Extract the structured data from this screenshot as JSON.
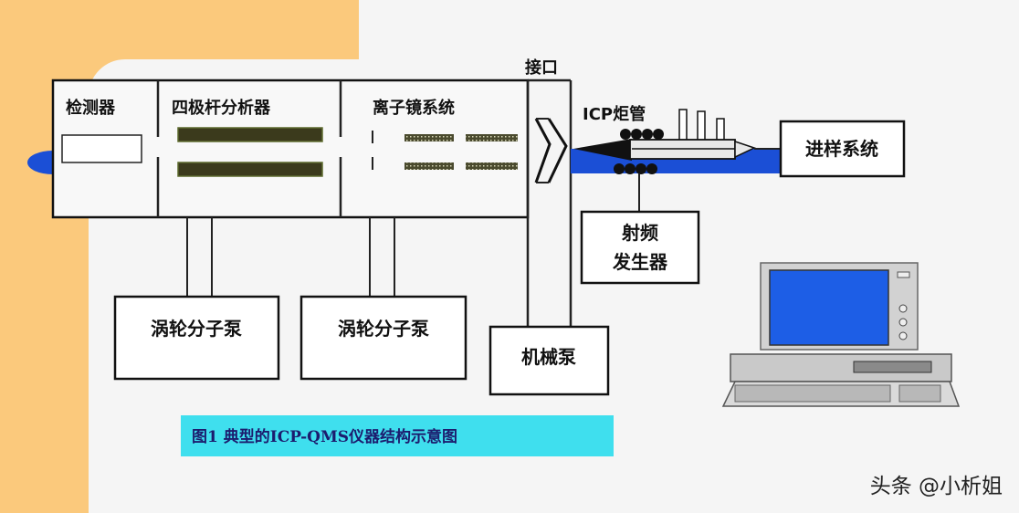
{
  "labels": {
    "detector": "检测器",
    "quadrupole": "四极杆分析器",
    "ion_lens": "离子镜系统",
    "interface": "接口",
    "icp_torch": "ICP炬管",
    "sample_intro": "进样系统",
    "rf_generator": [
      "射频",
      "发生器"
    ],
    "turbo_pump_1": "涡轮分子泵",
    "turbo_pump_2": "涡轮分子泵",
    "mechanical_pump": "机械泵"
  },
  "caption": "图1 典型的ICP-QMS仪器结构示意图",
  "watermark": "头条 @小析姐",
  "colors": {
    "frame_orange": "#fbc97c",
    "plasma_blue": "#1b4fd6",
    "screen_blue": "#1d5ee6",
    "caption_bg": "#3fdfee",
    "quad_rod": "#3b3a1c"
  }
}
